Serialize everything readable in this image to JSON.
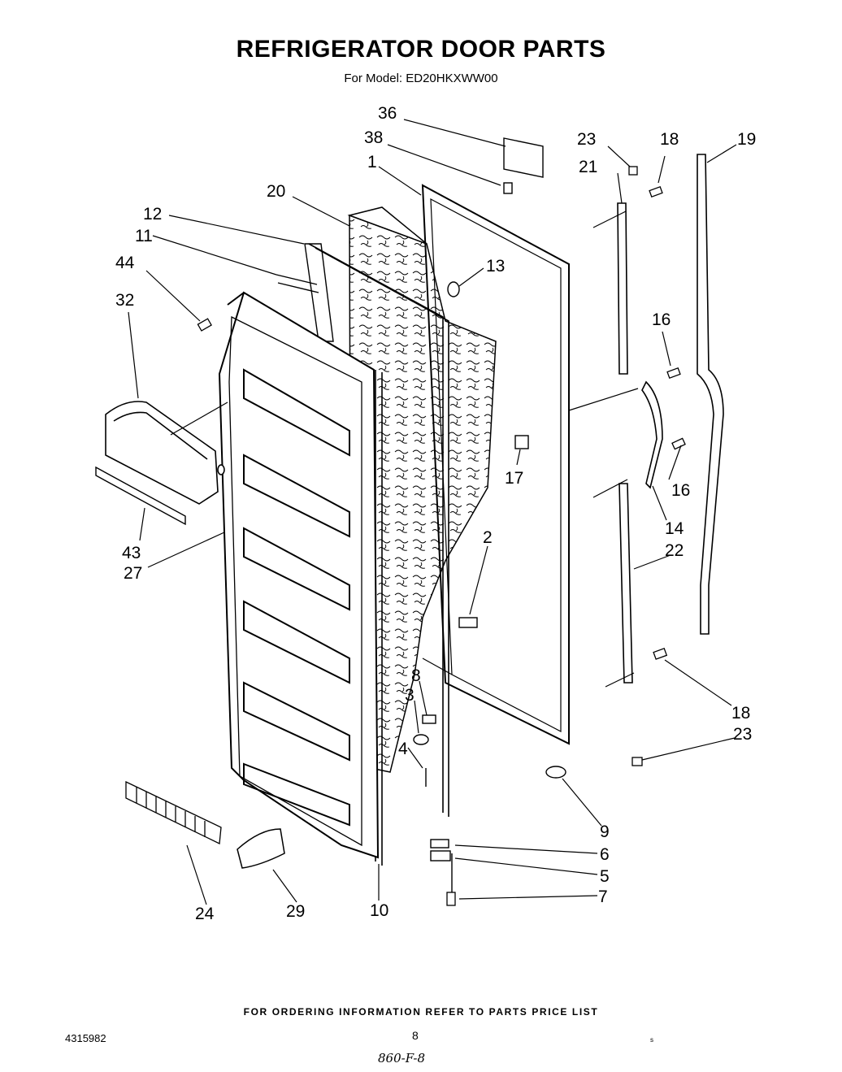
{
  "header": {
    "title": "REFRIGERATOR DOOR PARTS",
    "subtitle": "For Model: ED20HKXWW00"
  },
  "callouts": {
    "c1": "1",
    "c2": "2",
    "c3": "3",
    "c4": "4",
    "c5": "5",
    "c6": "6",
    "c7": "7",
    "c8": "8",
    "c9": "9",
    "c10": "10",
    "c11": "11",
    "c12": "12",
    "c13": "13",
    "c14": "14",
    "c16a": "16",
    "c16b": "16",
    "c17": "17",
    "c18a": "18",
    "c18b": "18",
    "c19": "19",
    "c20": "20",
    "c21": "21",
    "c22": "22",
    "c23a": "23",
    "c23b": "23",
    "c24": "24",
    "c27": "27",
    "c29": "29",
    "c32": "32",
    "c36": "36",
    "c38": "38",
    "c43": "43",
    "c44": "44"
  },
  "footer": {
    "instruction": "FOR ORDERING INFORMATION REFER TO PARTS PRICE LIST",
    "doc_number": "4315982",
    "page_number": "8",
    "handwritten": "860-F-8",
    "mark": "s"
  }
}
